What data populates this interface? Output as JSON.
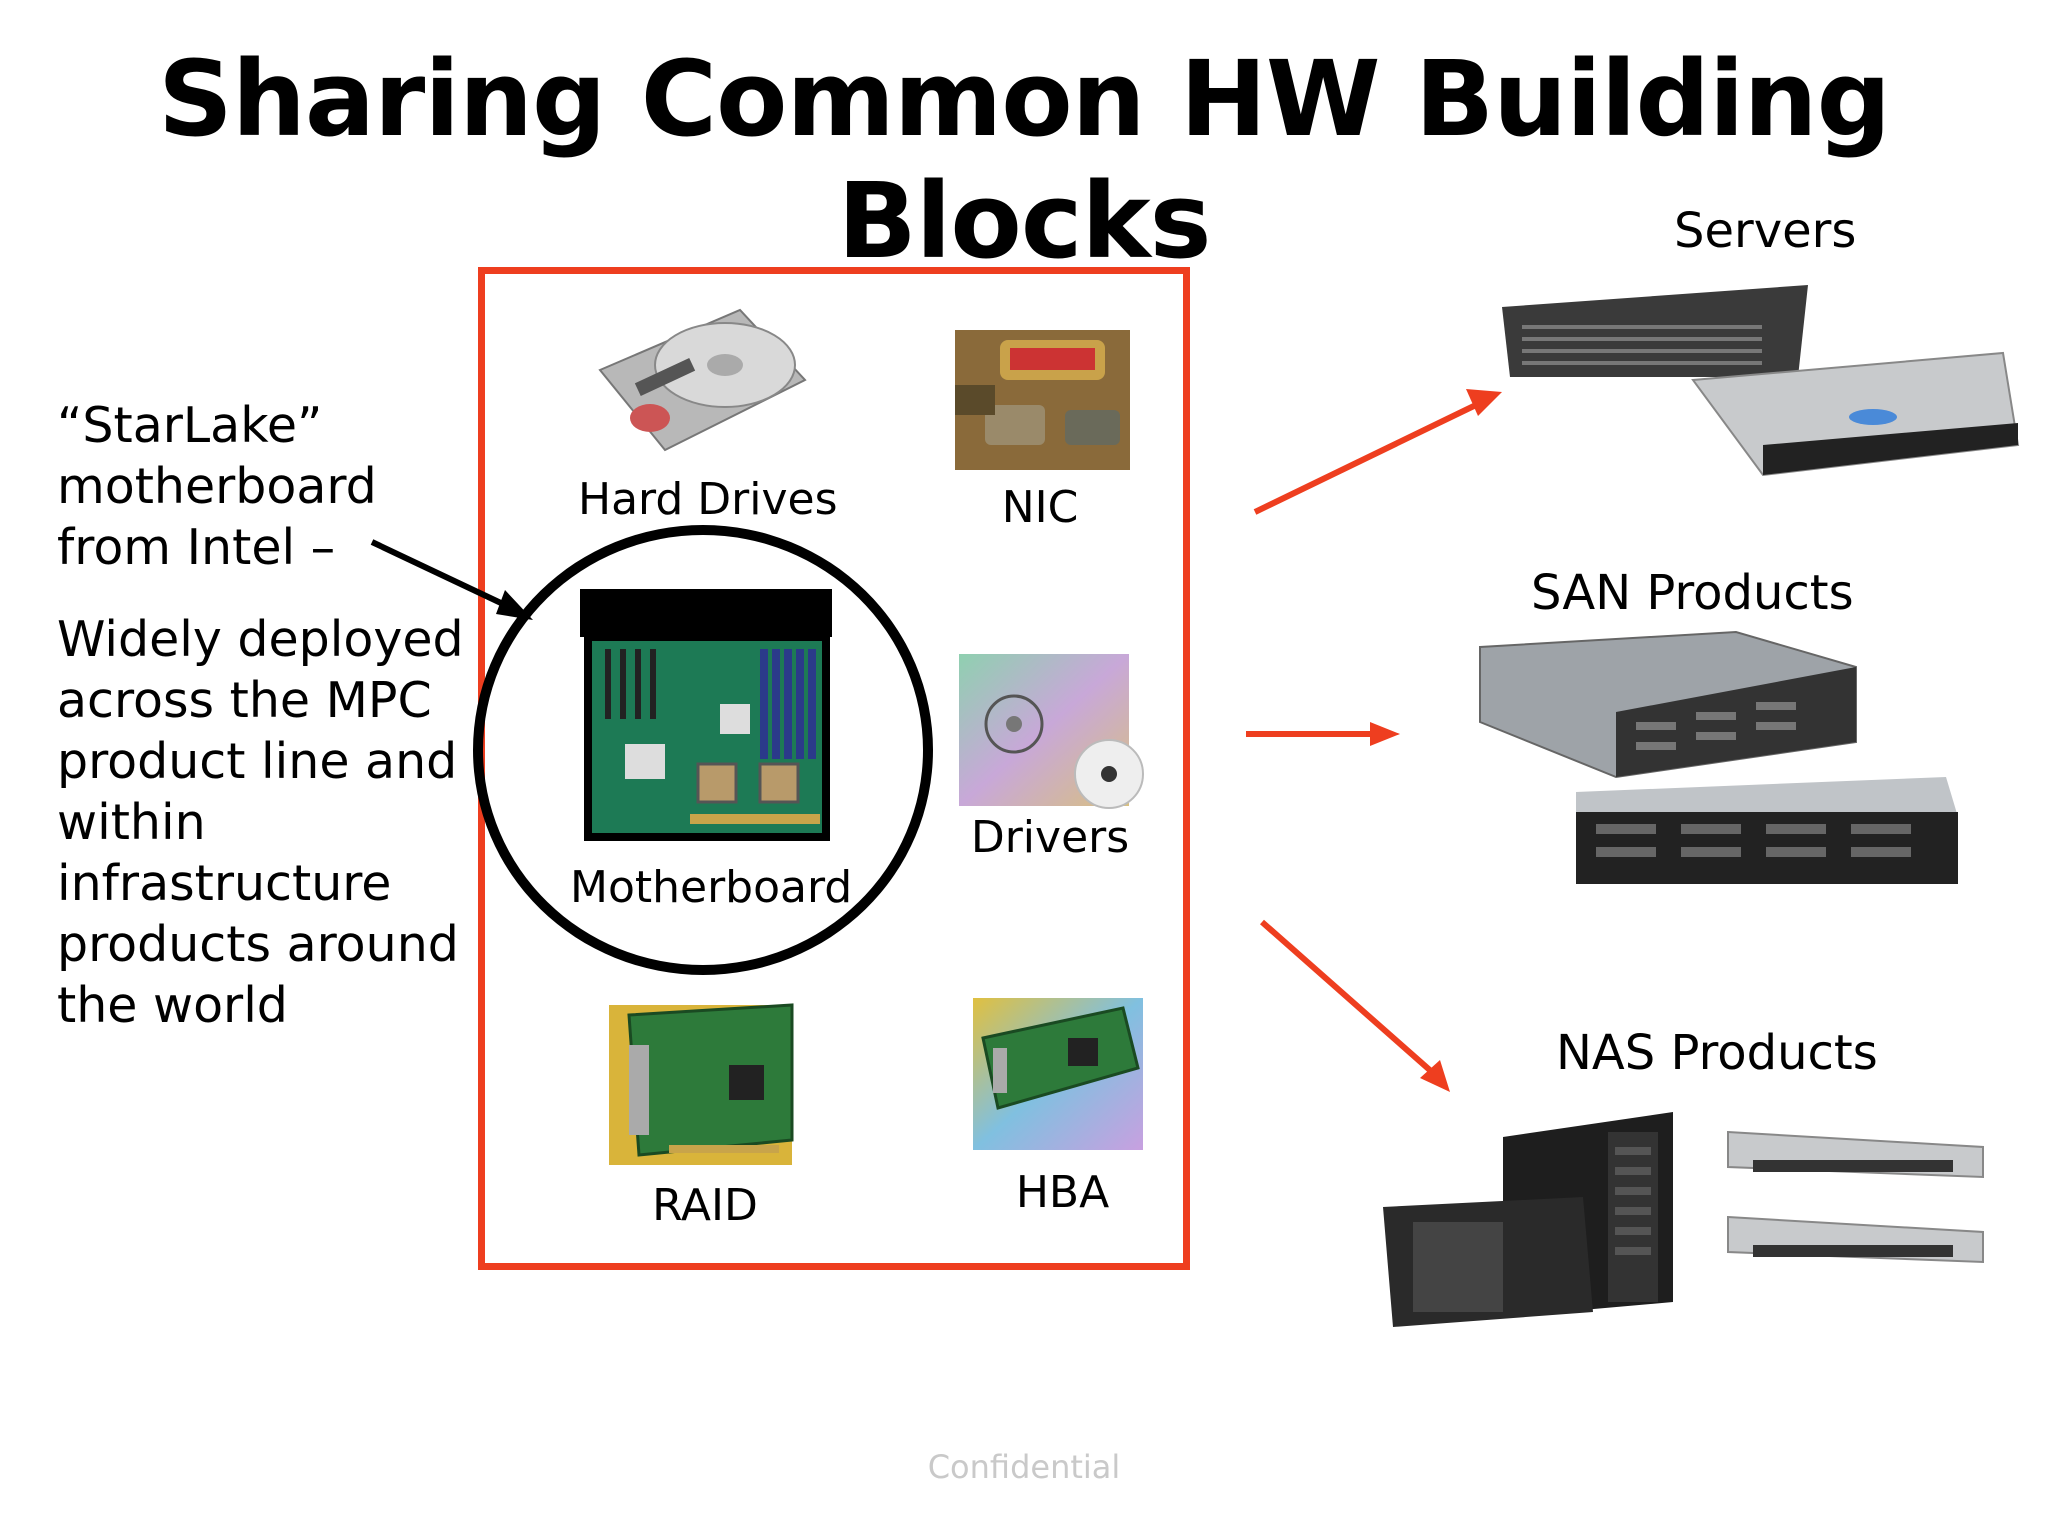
{
  "title": "Sharing Common HW Building Blocks",
  "annotation": {
    "lines_top": [
      "“StarLake”",
      "motherboard",
      "from Intel –"
    ],
    "lines_bottom": [
      "Widely deployed",
      "across the MPC",
      "product line and",
      "within",
      "infrastructure",
      "products around",
      "the world"
    ]
  },
  "components": {
    "hard_drives": "Hard Drives",
    "nic": "NIC",
    "motherboard": "Motherboard",
    "drivers": "Drivers",
    "raid": "RAID",
    "hba": "HBA"
  },
  "products": {
    "servers": "Servers",
    "san": "SAN Products",
    "nas": "NAS Products"
  },
  "footer": "Confidential",
  "colors": {
    "frame": "#ee3e1f",
    "arrow": "#ee3e1f",
    "pointer": "#000000"
  }
}
